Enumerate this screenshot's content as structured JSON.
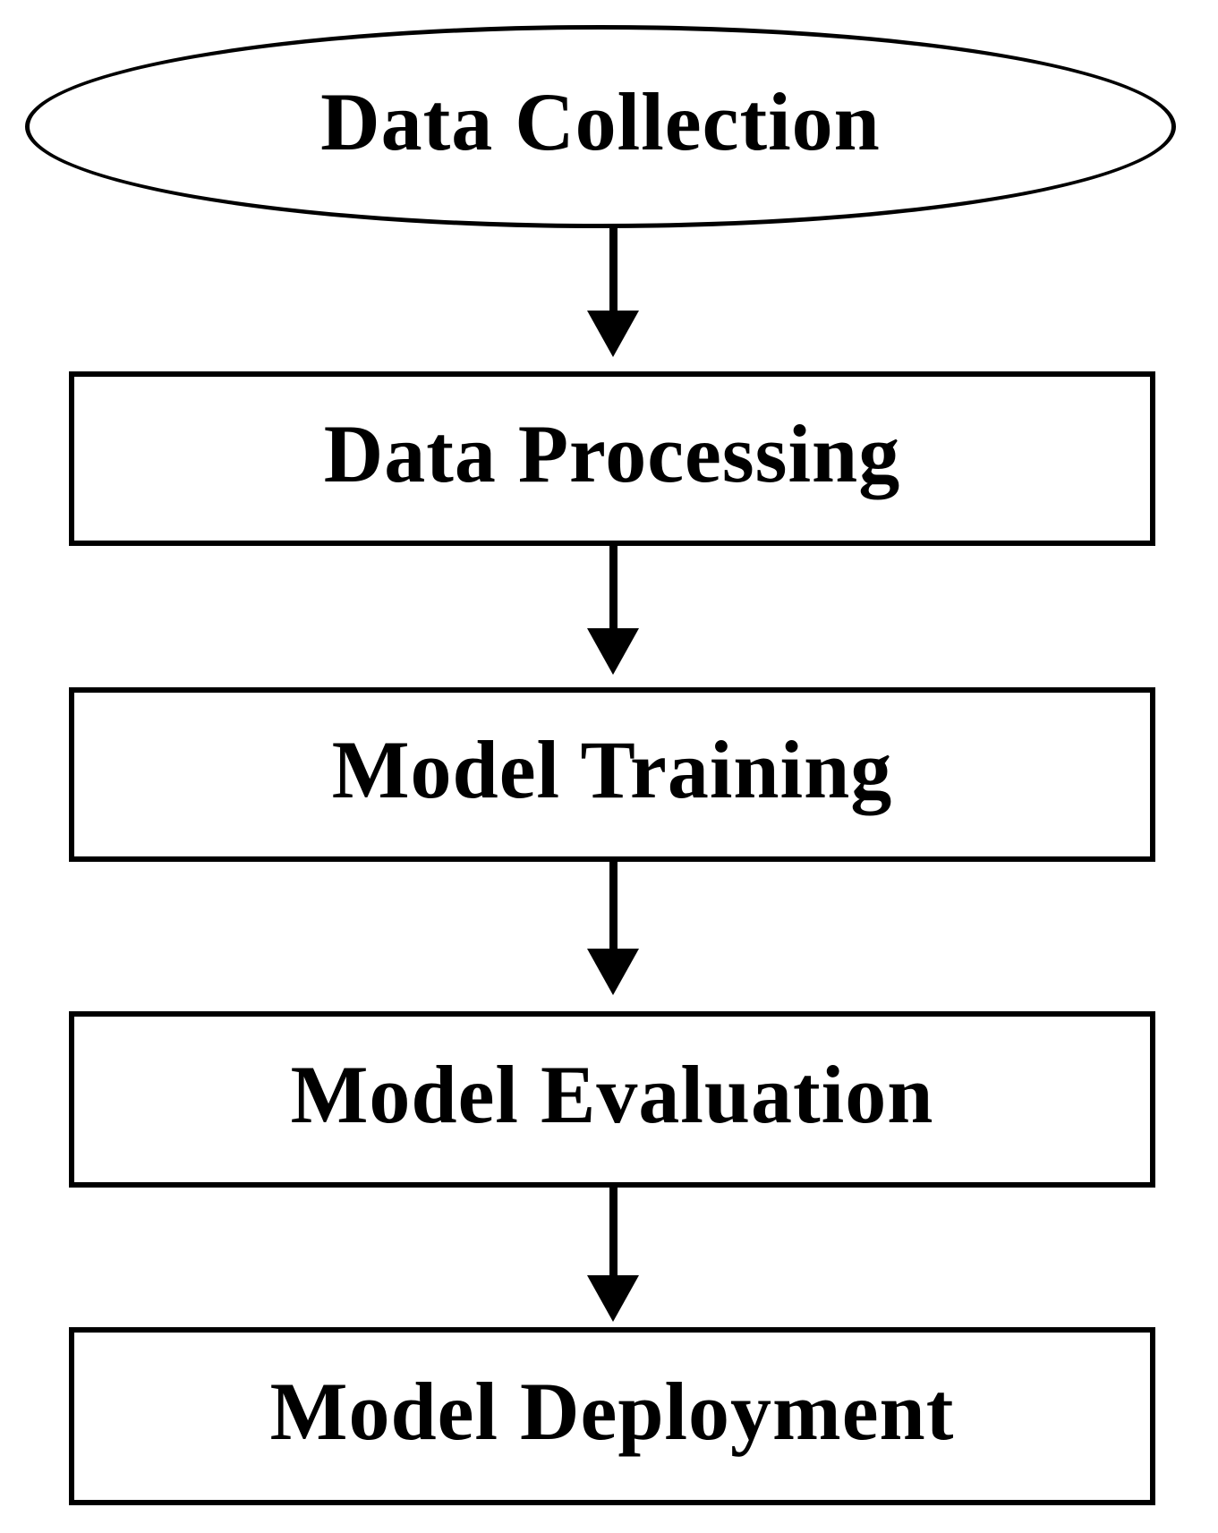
{
  "diagram": {
    "type": "flowchart",
    "direction": "top-down",
    "colors": {
      "stroke": "#000000",
      "node_fill": "#ffffff",
      "text": "#000000",
      "background": "#ffffff"
    },
    "nodes": [
      {
        "id": "data-collection",
        "label": "Data Collection",
        "shape": "ellipse"
      },
      {
        "id": "data-processing",
        "label": "Data Processing",
        "shape": "rectangle"
      },
      {
        "id": "model-training",
        "label": "Model Training",
        "shape": "rectangle"
      },
      {
        "id": "model-evaluation",
        "label": "Model Evaluation",
        "shape": "rectangle"
      },
      {
        "id": "model-deployment",
        "label": "Model Deployment",
        "shape": "rectangle"
      }
    ],
    "edges": [
      {
        "from": "data-collection",
        "to": "data-processing",
        "style": "arrow-down"
      },
      {
        "from": "data-processing",
        "to": "model-training",
        "style": "arrow-down"
      },
      {
        "from": "model-training",
        "to": "model-evaluation",
        "style": "arrow-down"
      },
      {
        "from": "model-evaluation",
        "to": "model-deployment",
        "style": "arrow-down"
      }
    ]
  }
}
